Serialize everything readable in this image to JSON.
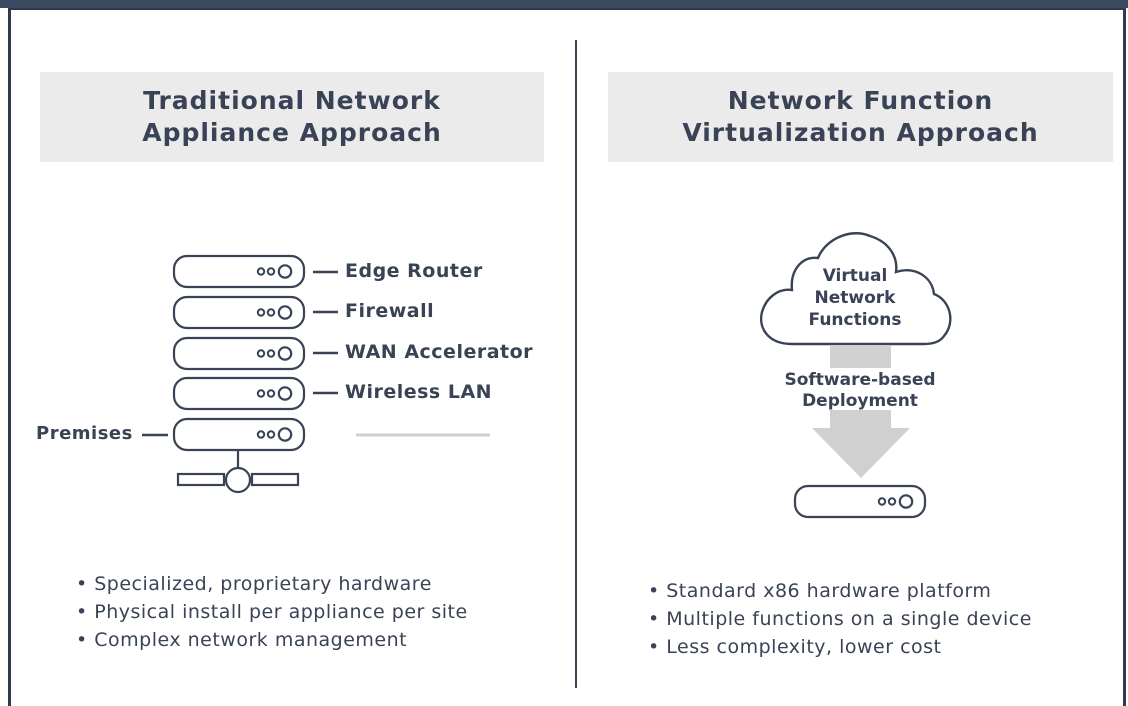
{
  "left": {
    "title_line1": "Traditional Network",
    "title_line2": "Appliance Approach",
    "appliances": [
      "Edge Router",
      "Firewall",
      "WAN Accelerator",
      "Wireless LAN"
    ],
    "premises_label": "Premises",
    "bullets": [
      "• Specialized, proprietary hardware",
      "• Physical install per appliance per site",
      "• Complex network management"
    ]
  },
  "right": {
    "title_line1": "Network Function",
    "title_line2": "Virtualization Approach",
    "cloud_line1": "Virtual",
    "cloud_line2": "Network",
    "cloud_line3": "Functions",
    "arrow_line1": "Software-based",
    "arrow_line2": "Deployment",
    "bullets": [
      "• Standard x86 hardware platform",
      "• Multiple functions on a single device",
      "• Less complexity, lower cost"
    ]
  },
  "colors": {
    "ink": "#3a4356",
    "panel": "#ebebeb",
    "arrow": "#d0d0d0"
  },
  "icons": [
    "server-unit-icon",
    "cloud-icon",
    "down-arrow-icon",
    "network-base-icon"
  ]
}
